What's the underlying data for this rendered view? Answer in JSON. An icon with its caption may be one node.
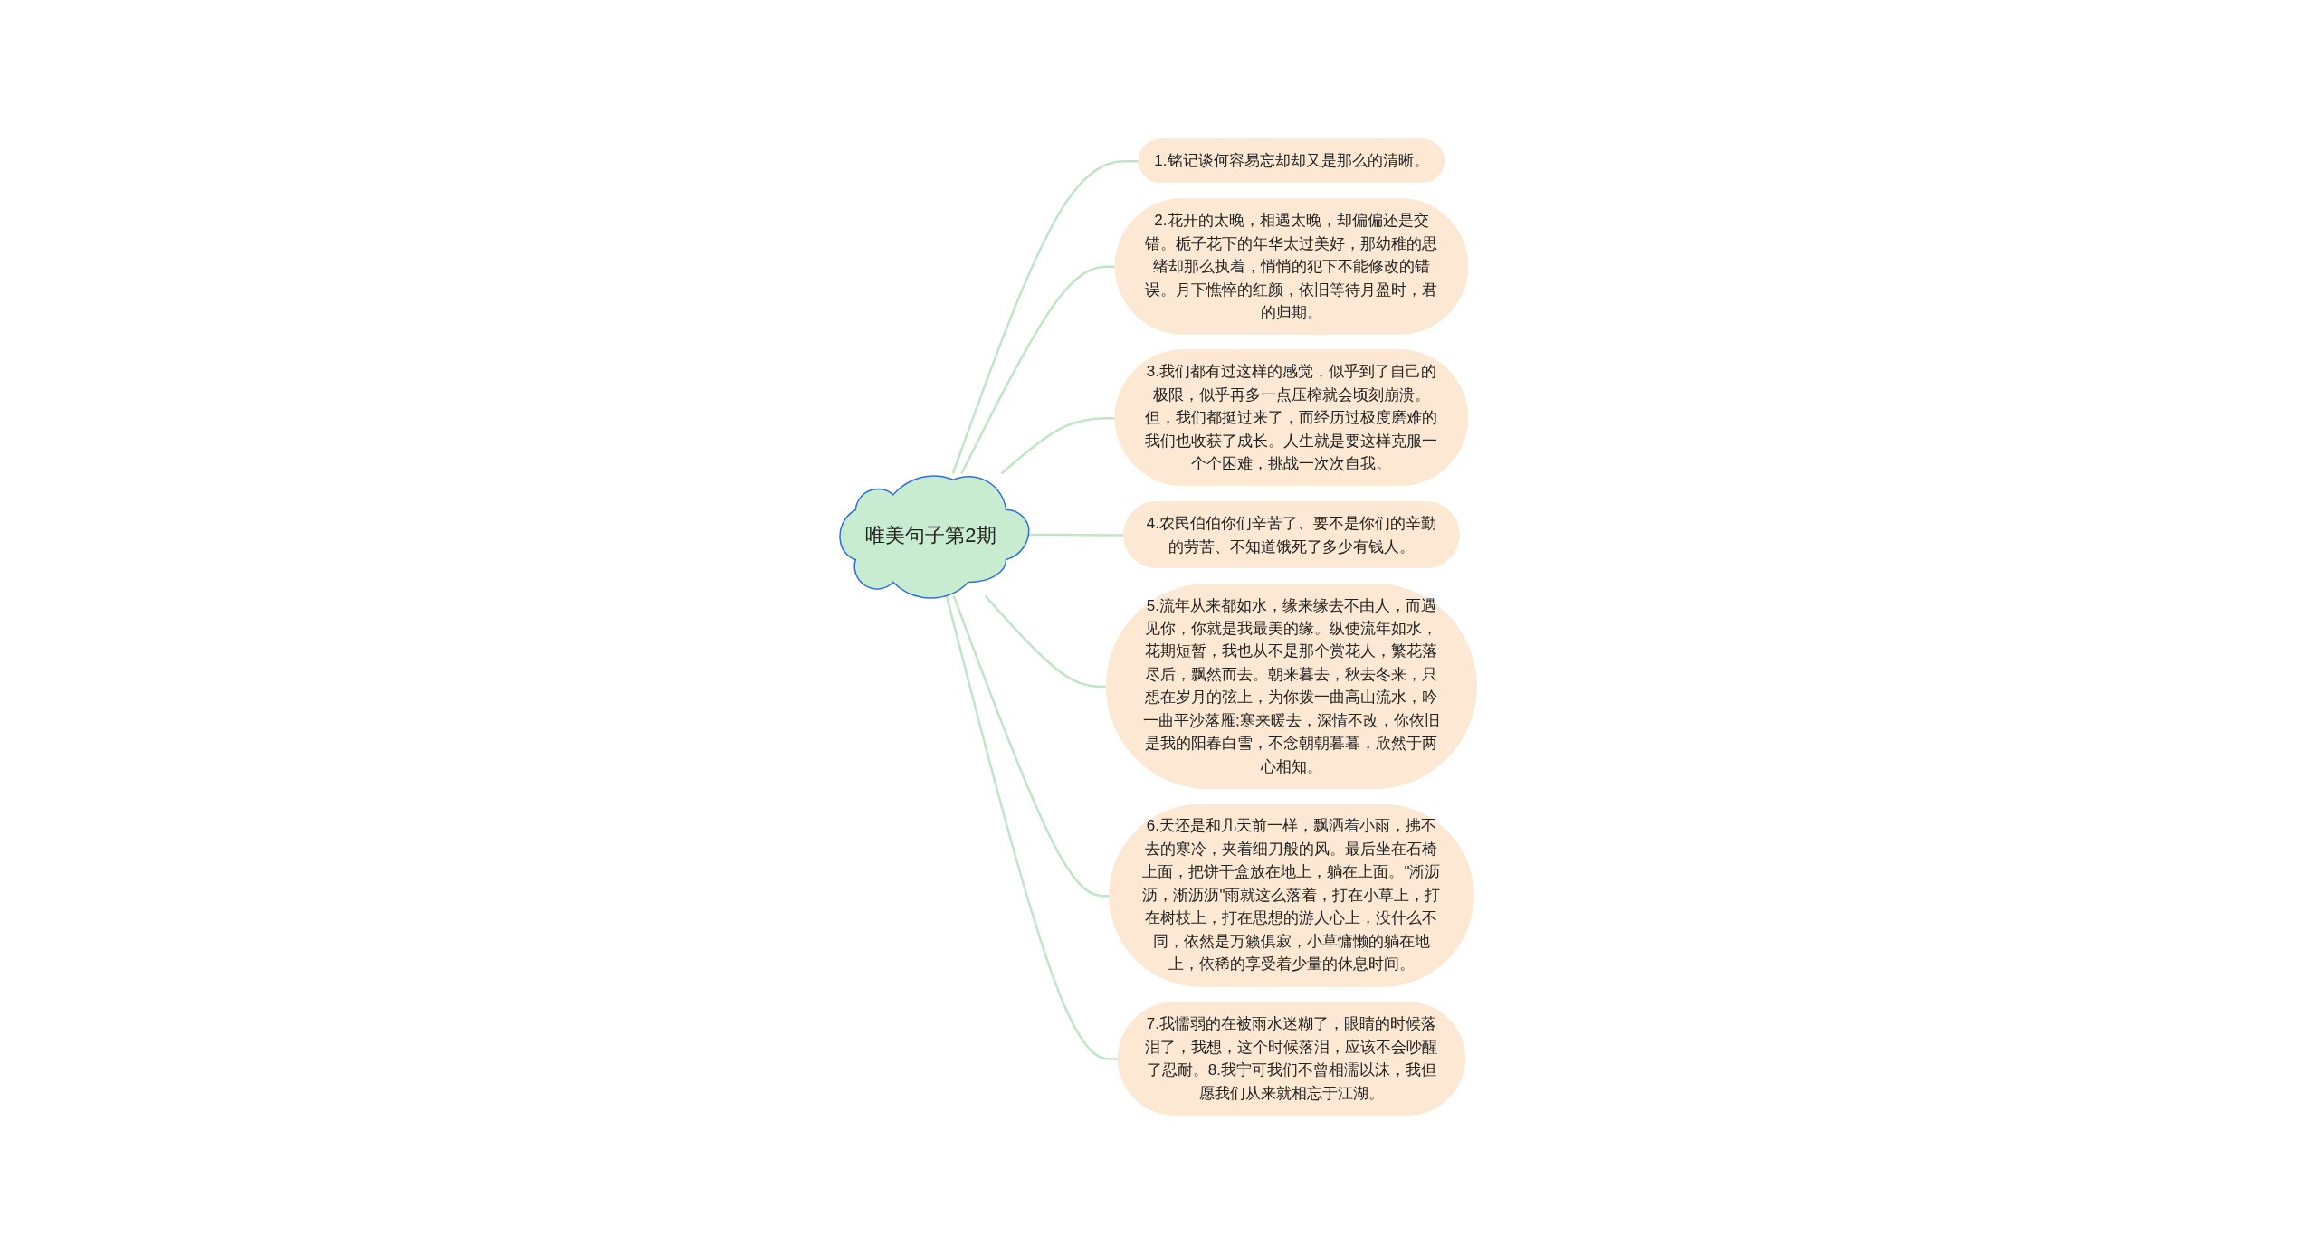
{
  "diagram": {
    "nodes": [
      {
        "text": [
          "唯美句子第2期"
        ]
      },
      {
        "text": [
          "1.铭记谈何容易忘却却又是那么的清晰。"
        ]
      },
      {
        "text": [
          "2.花开的太晚，相遇太晚，却偏偏还是交错。栀子花下的年华太过美好，那幼稚的思绪却那么执着，悄悄的犯下不能修改的错误。月下憔悴的红颜，依旧等待月盈时，君的归期。"
        ]
      },
      {
        "text": [
          "3.我们都有过这样的感觉，似乎到了自己的极限，似乎再多一点压榨就会顷刻崩溃。但，我们都挺过来了，而经历过极度磨难的我们也收获了成长。人生就是要这样克服一个个困难，挑战一次次自我。"
        ]
      },
      {
        "text": [
          "4.农民伯伯你们辛苦了、要不是你们的辛勤的劳苦、不知道饿死了多少有钱人。"
        ]
      },
      {
        "text": [
          "5.流年从来都如水，缘来缘去不由人，而遇见你，你就是我最美的缘。纵使流年如水，花期短暂，我也从不是那个赏花人，繁花落尽后，飘然而去。朝来暮去，秋去冬来，只想在岁月的弦上，为你拨一曲高山流水，吟一曲平沙落雁;寒来暖去，深情不改，你依旧是我的阳春白雪，不念朝朝暮暮，欣然于两心相知。"
        ]
      },
      {
        "text": [
          "6.天还是和几天前一样，飘洒着小雨，拂不去的寒冷，夹着细刀般的风。最后坐在石椅上面，把饼干盒放在地上，躺在上面。\"淅沥沥，淅沥沥\"雨就这么落着，打在小草上，打在树枝上，打在思想的游人心上，没什么不同，依然是万籁俱寂，小草慵懒的躺在地上，依稀的享受着少量的休息时间。"
        ]
      },
      {
        "text": [
          "7.我懦弱的在被雨水迷糊了，眼睛的时候落泪了，我想，这个时候落泪，应该不会吵醒了忍耐。8.我宁可我们不曾相濡以沫，我但愿我们从来就相忘于江湖。"
        ]
      }
    ],
    "edges": [
      {
        "from": 0,
        "to": 1,
        "arrow": "none"
      },
      {
        "from": 0,
        "to": 2,
        "arrow": "none"
      },
      {
        "from": 0,
        "to": 3,
        "arrow": "none"
      },
      {
        "from": 0,
        "to": 4,
        "arrow": "none"
      },
      {
        "from": 0,
        "to": 5,
        "arrow": "none"
      },
      {
        "from": 0,
        "to": 6,
        "arrow": "none"
      },
      {
        "from": 0,
        "to": 7,
        "arrow": "none"
      }
    ]
  }
}
